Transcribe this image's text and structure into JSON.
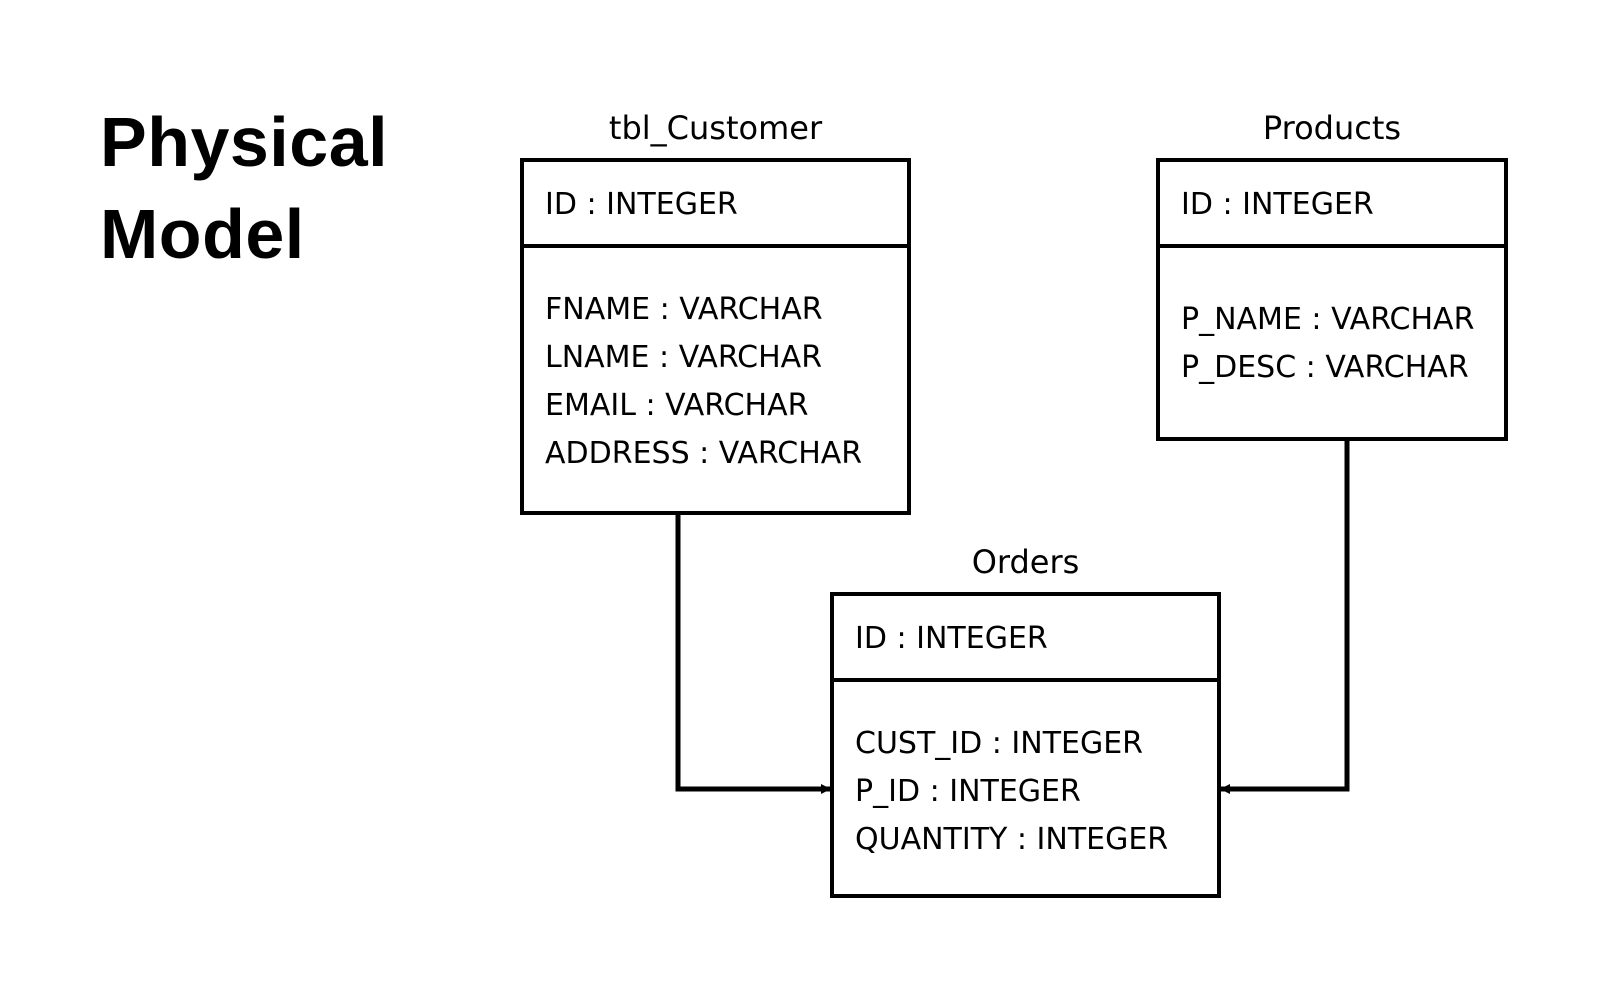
{
  "title": {
    "line1": "Physical",
    "line2": "Model"
  },
  "entities": {
    "customer": {
      "name": "tbl_Customer",
      "pk": "ID : INTEGER",
      "attributes": [
        "FNAME : VARCHAR",
        "LNAME : VARCHAR",
        "EMAIL : VARCHAR",
        "ADDRESS : VARCHAR"
      ]
    },
    "products": {
      "name": "Products",
      "pk": "ID : INTEGER",
      "attributes": [
        "P_NAME : VARCHAR",
        "P_DESC : VARCHAR"
      ]
    },
    "orders": {
      "name": "Orders",
      "pk": "ID : INTEGER",
      "attributes": [
        "CUST_ID : INTEGER",
        "P_ID : INTEGER",
        "QUANTITY : INTEGER"
      ]
    }
  },
  "relationships": [
    {
      "from": "customer",
      "to": "orders"
    },
    {
      "from": "products",
      "to": "orders"
    }
  ],
  "colors": {
    "line": "#000000",
    "background": "#ffffff"
  }
}
